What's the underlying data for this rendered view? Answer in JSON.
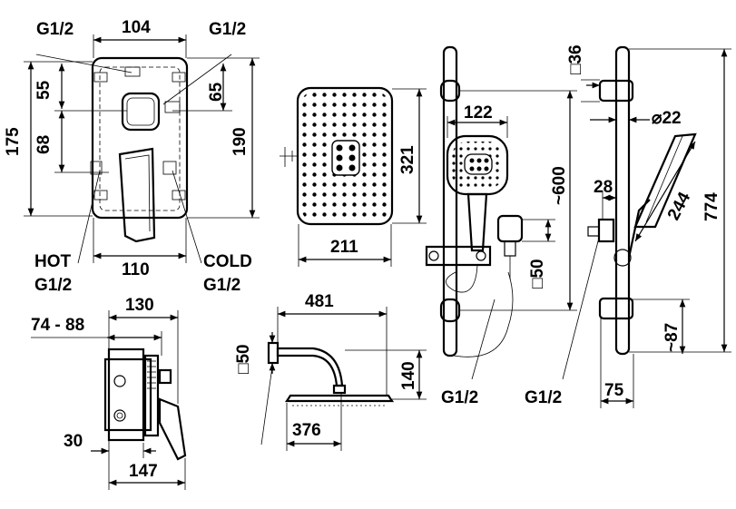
{
  "labels": {
    "mixer_top_left_thread": "G1/2",
    "mixer_top_width": "104",
    "mixer_top_right_thread": "G1/2",
    "mixer_h55": "55",
    "mixer_h65": "65",
    "mixer_h175": "175",
    "mixer_h68": "68",
    "mixer_h190": "190",
    "hot": "HOT",
    "hot_thread": "G1/2",
    "mixer_bottom_width": "110",
    "cold": "COLD",
    "cold_thread": "G1/2",
    "box_130": "130",
    "box_74_88": "74 - 88",
    "box_30": "30",
    "box_147": "147",
    "head_321": "321",
    "head_211": "211",
    "arm_481": "481",
    "arm_sq50": "□50",
    "arm_140": "140",
    "arm_376": "376",
    "hand_122": "122",
    "rail_600": "~600",
    "outlet_sq50": "□50",
    "rail_left_thread": "G1/2",
    "bracket_sq36": "□36",
    "rail_d22": "⌀22",
    "rail_28": "28",
    "hand_244": "244",
    "rail_774": "774",
    "rail_87": "~87",
    "rail_right_thread": "G1/2",
    "rail_75": "75"
  }
}
